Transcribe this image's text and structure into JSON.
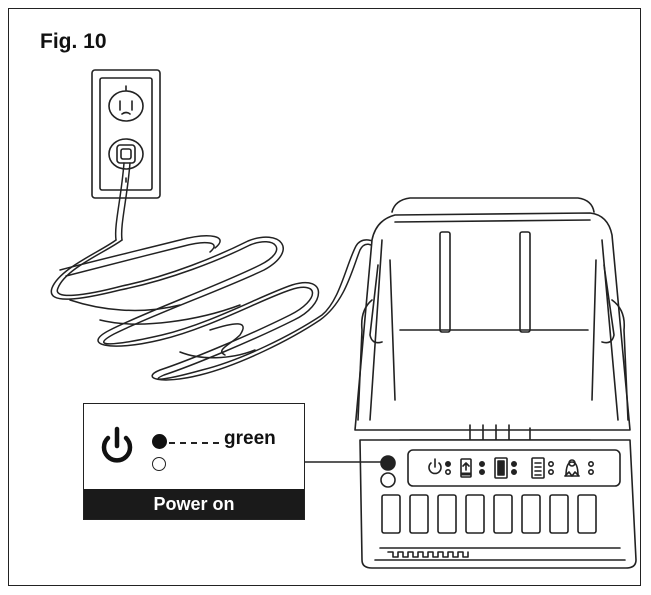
{
  "figure": {
    "title": "Fig. 10"
  },
  "callout": {
    "led_color_label": "green",
    "status_label": "Power on"
  },
  "icons": {
    "power": "power-icon",
    "led_on": "led-filled-icon",
    "led_off": "led-empty-icon",
    "battery_up": "battery-arrow-icon",
    "battery_full": "battery-full-icon",
    "battery_low": "battery-level-icon",
    "temperature": "temperature-icon"
  },
  "colors": {
    "line": "#222222",
    "status_bar": "#1a1a1a"
  }
}
